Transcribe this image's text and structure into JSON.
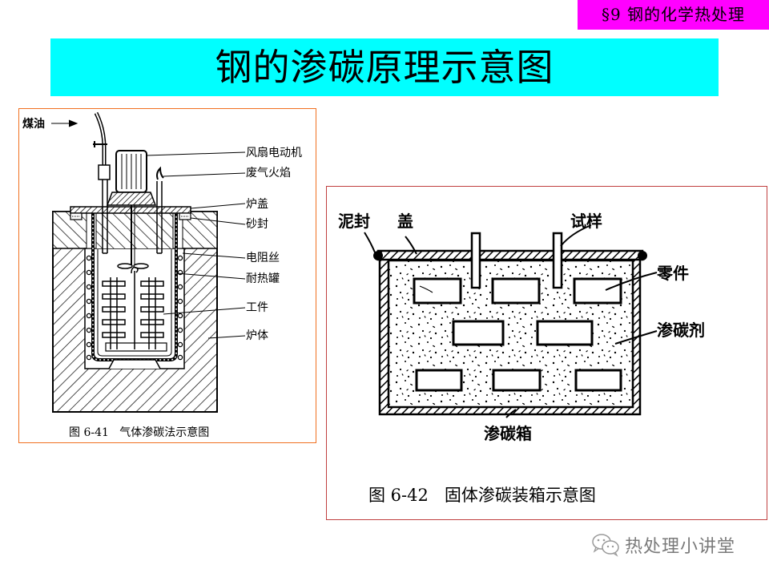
{
  "section_tag": "§9 钢的化学热处理",
  "title": "钢的渗碳原理示意图",
  "figure_gas": {
    "caption": "图 6-41   气体渗碳法示意图",
    "input_label": "煤油",
    "labels": [
      "风扇电动机",
      "废气火焰",
      "炉盖",
      "砂封",
      "电阻丝",
      "耐热罐",
      "工件",
      "炉体"
    ]
  },
  "figure_solid": {
    "caption": "图 6-42   固体渗碳装箱示意图",
    "labels": {
      "mud_seal": "泥封",
      "lid": "盖",
      "sample": "试样",
      "part": "零件",
      "carburizer": "渗碳剂",
      "box": "渗碳箱"
    }
  },
  "watermark": {
    "icon": "wechat-icon",
    "text": "热处理小讲堂"
  },
  "colors": {
    "section_tag_bg": "#ff00ff",
    "title_bg": "#00ffff",
    "left_border": "#f07020",
    "right_border": "#c04040"
  }
}
